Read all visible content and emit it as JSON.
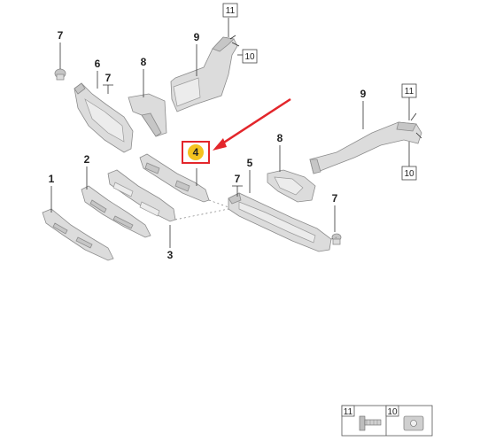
{
  "labels": {
    "l1": "1",
    "l2": "2",
    "l3": "3",
    "l4": "4",
    "l5": "5",
    "l6": "6",
    "l7a": "7",
    "l7b": "7",
    "l7c": "7",
    "l7d": "7",
    "l8a": "8",
    "l8b": "8",
    "l9a": "9",
    "l9b": "9",
    "b10a": "10",
    "b10b": "10",
    "b11a": "11",
    "b11b": "11",
    "legend11": "11",
    "legend10": "10"
  },
  "colors": {
    "highlight_fill": "#f4c21f",
    "highlight_border": "#e3262b",
    "arrow": "#e3262b"
  }
}
